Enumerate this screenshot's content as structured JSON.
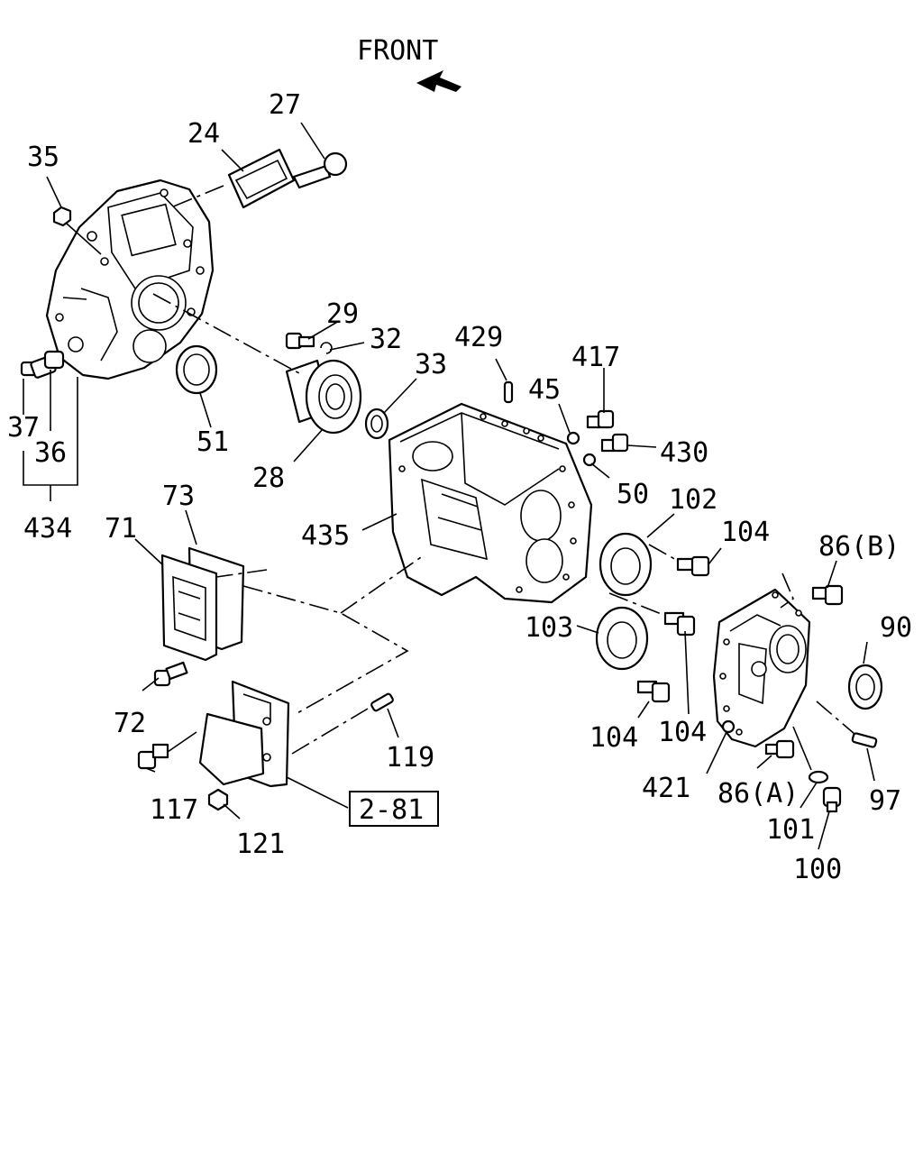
{
  "direction_label": "FRONT",
  "reference_box": "2-81",
  "callouts": {
    "p24": "24",
    "p27": "27",
    "p35": "35",
    "p37": "37",
    "p36": "36",
    "p434": "434",
    "p51": "51",
    "p28": "28",
    "p29": "29",
    "p32": "32",
    "p33": "33",
    "p429": "429",
    "p45": "45",
    "p417": "417",
    "p430": "430",
    "p50": "50",
    "p435": "435",
    "p73": "73",
    "p71": "71",
    "p72": "72",
    "p117": "117",
    "p121": "121",
    "p119": "119",
    "p102": "102",
    "p104a": "104",
    "p86b": "86(B)",
    "p90": "90",
    "p103": "103",
    "p104b": "104",
    "p104c": "104",
    "p421": "421",
    "p86a": "86(A)",
    "p97": "97",
    "p101": "101",
    "p100": "100"
  }
}
